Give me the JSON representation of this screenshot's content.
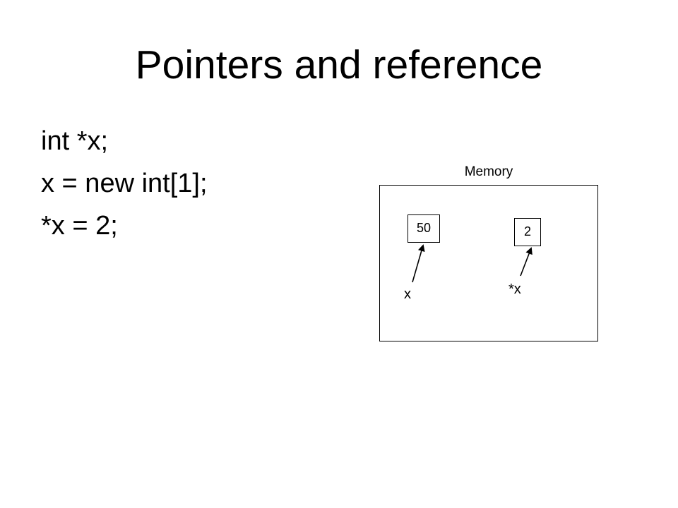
{
  "slide": {
    "title": "Pointers and reference"
  },
  "code": {
    "lines": [
      "int *x;",
      "x = new int[1];",
      "*x = 2;"
    ]
  },
  "memory_diagram": {
    "label": "Memory",
    "pointer_cell_value": "50",
    "data_cell_value": "2",
    "pointer_label": "x",
    "deref_label": "*x"
  }
}
